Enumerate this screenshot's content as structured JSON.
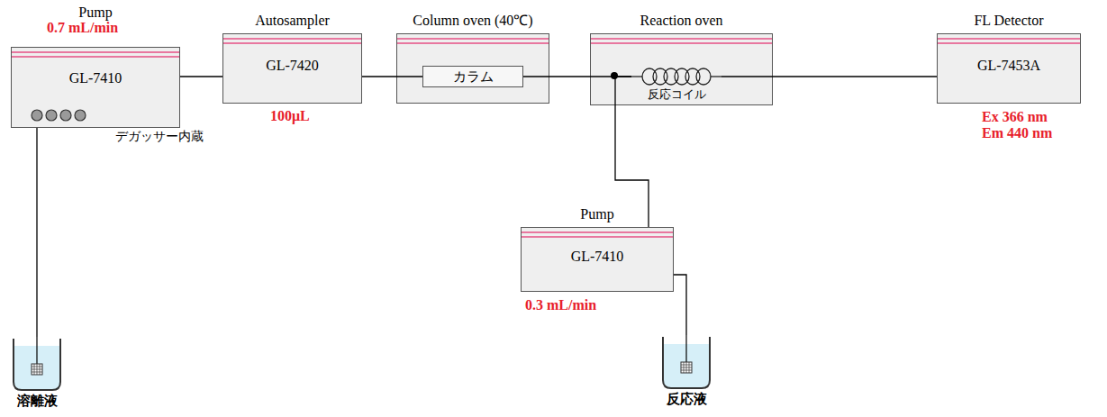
{
  "diagram": {
    "nodes": [
      {
        "text": [
          "Pump",
          "GL-7410"
        ]
      },
      {
        "text": [
          "Autosampler",
          "GL-7420"
        ]
      },
      {
        "text": [
          "Column oven (40℃)"
        ]
      },
      {
        "text": [
          "カラム"
        ],
        "in": 2
      },
      {
        "text": [
          "Reaction oven"
        ]
      },
      {
        "text": [
          "反応コイル"
        ],
        "in": 4
      },
      {
        "text": [
          "FL Detector",
          "GL-7453A"
        ]
      },
      {
        "text": [
          "Pump",
          "GL-7410"
        ]
      },
      {
        "text": [
          "溶離液"
        ]
      },
      {
        "text": [
          "反応液"
        ]
      }
    ],
    "edges": [
      {
        "from": 0,
        "to": 1,
        "arrow": "none"
      },
      {
        "from": 1,
        "to": 3,
        "arrow": "none"
      },
      {
        "from": 3,
        "to": 5,
        "arrow": "none"
      },
      {
        "from": 5,
        "to": 6,
        "arrow": "none"
      },
      {
        "from": 7,
        "to": 5,
        "arrow": "none"
      },
      {
        "from": 0,
        "to": 8,
        "arrow": "none"
      },
      {
        "from": 7,
        "to": 9,
        "arrow": "none"
      }
    ],
    "labels": [
      "0.7 mL/min",
      "デガッサー内蔵",
      "100μL",
      "Ex 366 nm",
      "Em 440 nm",
      "0.3 mL/min"
    ]
  }
}
